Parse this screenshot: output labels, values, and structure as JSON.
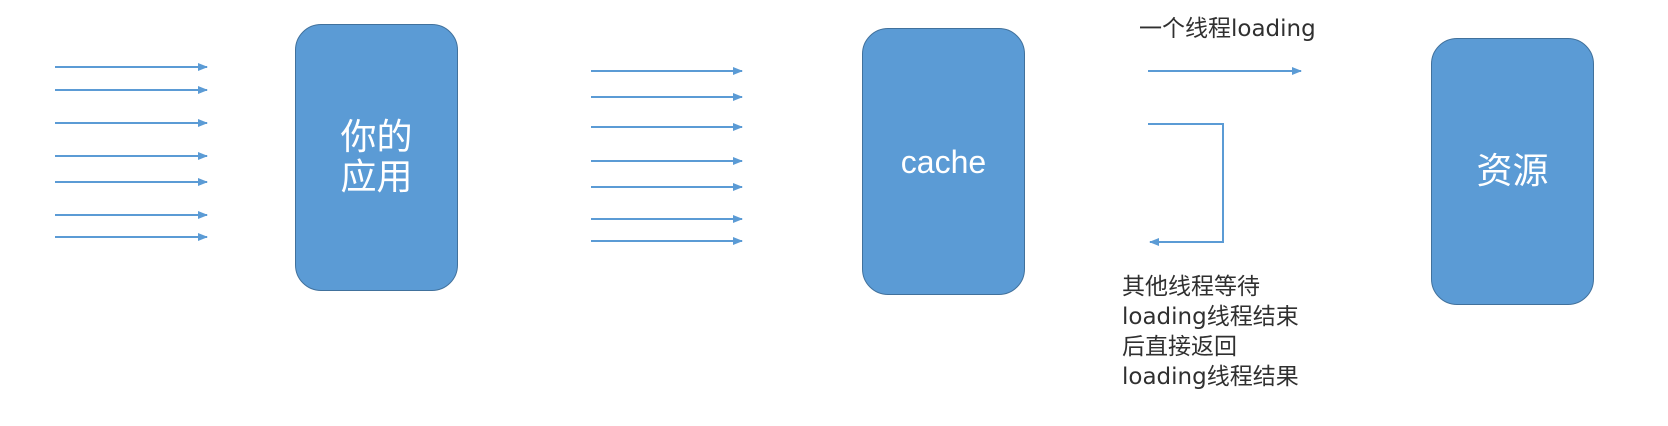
{
  "colors": {
    "box_fill": "#5b9bd5",
    "box_border": "#41719c",
    "arrow": "#5b9bd5",
    "label_text": "#ffffff",
    "note_text": "#303030"
  },
  "boxes": {
    "app": {
      "line1": "你的",
      "line2": "应用"
    },
    "cache": {
      "label": "cache"
    },
    "resource": {
      "label": "资源"
    }
  },
  "notes": {
    "loading_thread": "一个线程loading",
    "waiting_threads": [
      "其他线程等待",
      "loading线程结束",
      "后直接返回",
      "loading线程结果"
    ]
  },
  "arrow_groups": {
    "requests_to_app": {
      "count": 7,
      "direction": "right"
    },
    "app_to_cache": {
      "count": 7,
      "direction": "right"
    },
    "cache_to_resource": {
      "count": 1,
      "direction": "right"
    },
    "return_to_cache": {
      "count": 1,
      "direction": "left"
    }
  }
}
